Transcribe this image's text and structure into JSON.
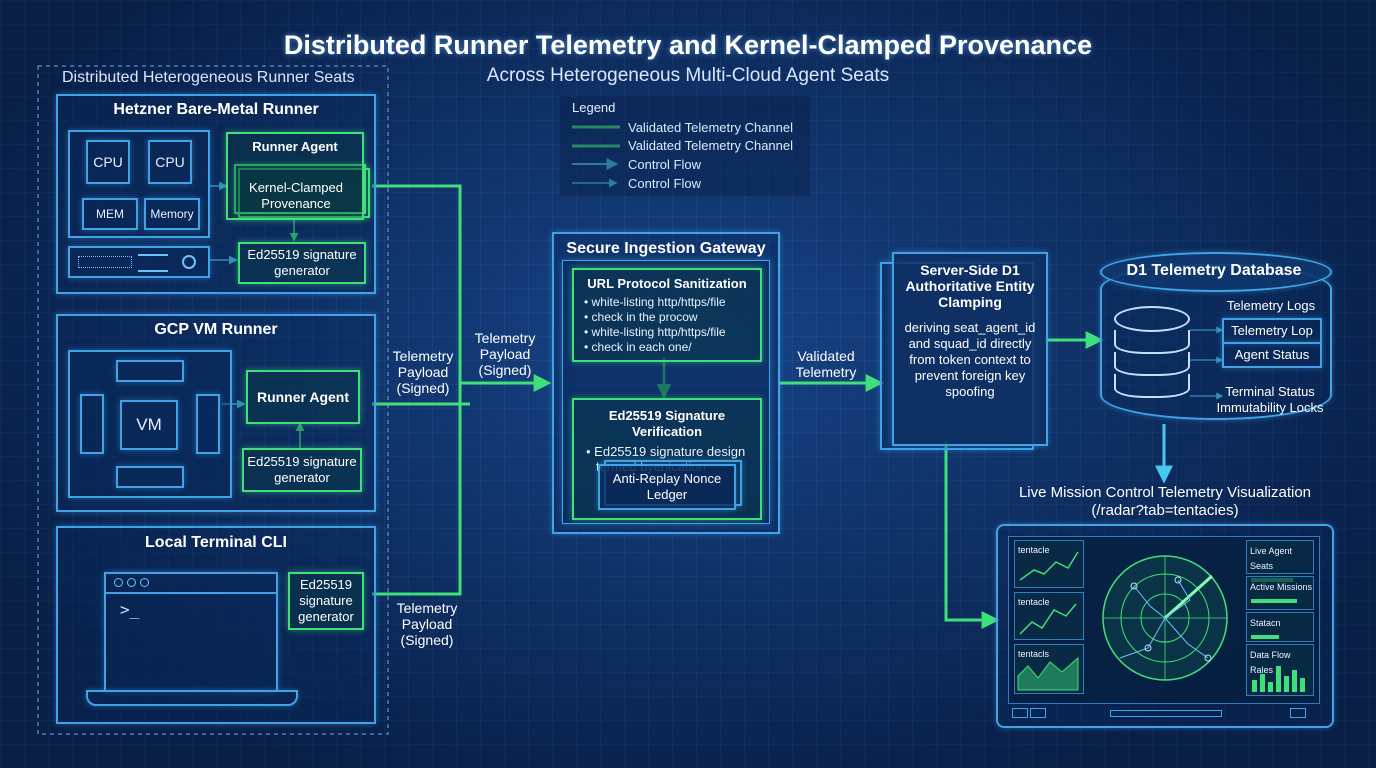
{
  "title": "Distributed Runner Telemetry and Kernel-Clamped Provenance",
  "subtitle": "Across Heterogeneous Multi-Cloud Agent Seats",
  "seats_group_label": "Distributed Heterogeneous Runner Seats",
  "legend": {
    "title": "Legend",
    "items": [
      "Validated Telemetry Channel",
      "Validated Telemetry Channel",
      "Control Flow",
      "Control Flow"
    ]
  },
  "hetzner": {
    "title": "Hetzner Bare-Metal Runner",
    "cpu1": "CPU",
    "cpu2": "CPU",
    "mem": "MEM",
    "memory": "Memory",
    "agent": "Runner Agent",
    "provenance": "Kernel-Clamped Provenance",
    "sig": "Ed25519 signature generator"
  },
  "gcp": {
    "title": "GCP VM Runner",
    "vm": "VM",
    "agent": "Runner Agent",
    "sig": "Ed25519 signature generator"
  },
  "local": {
    "title": "Local Terminal CLI",
    "prompt": ">_",
    "sig": "Ed25519 signature generator"
  },
  "flows": {
    "payload_top": "Telemetry Payload (Signed)",
    "payload_mid": "Telemetry Payload (Signed)",
    "payload_bottom": "Telemetry Payload (Signed)",
    "validated": "Validated Telemetry"
  },
  "gateway": {
    "title": "Secure Ingestion Gateway",
    "url_title": "URL Protocol Sanitization",
    "url_items": [
      "• white-listing http/https/file",
      "• check in the procow",
      "• white-listing http/https/file",
      "• check in each one/"
    ],
    "sig_title": "Ed25519 Signature Verification",
    "sig_items": [
      "• Ed25519 signature design",
      "termed byenication"
    ],
    "nonce": "Anti-Replay Nonce Ledger"
  },
  "clamp": {
    "title": "Server-Side D1 Authoritative Entity Clamping",
    "body": "deriving seat_agent_id and squad_id directly from token context to prevent foreign key spoofing"
  },
  "db": {
    "title": "D1 Telemetry Database",
    "logs": "Telemetry Logs",
    "log_box": "Telemetry Lop",
    "status_box": "Agent Status",
    "locks": "Terminal Status Immutability Locks"
  },
  "viz": {
    "title": "Live Mission Control Telemetry Visualization",
    "route": "(/radar?tab=tentacies)",
    "mini1": "tentacle",
    "mini2": "tentacle",
    "mini3": "tentacls",
    "stat1": "Live Agent Seats",
    "stat2": "Active Missions",
    "stat3": "Statacn",
    "stat4": "Data Flow Rales"
  },
  "colors": {
    "green": "#3fe07a",
    "blue": "#3fa3e6",
    "cyan": "#46c8f0"
  }
}
